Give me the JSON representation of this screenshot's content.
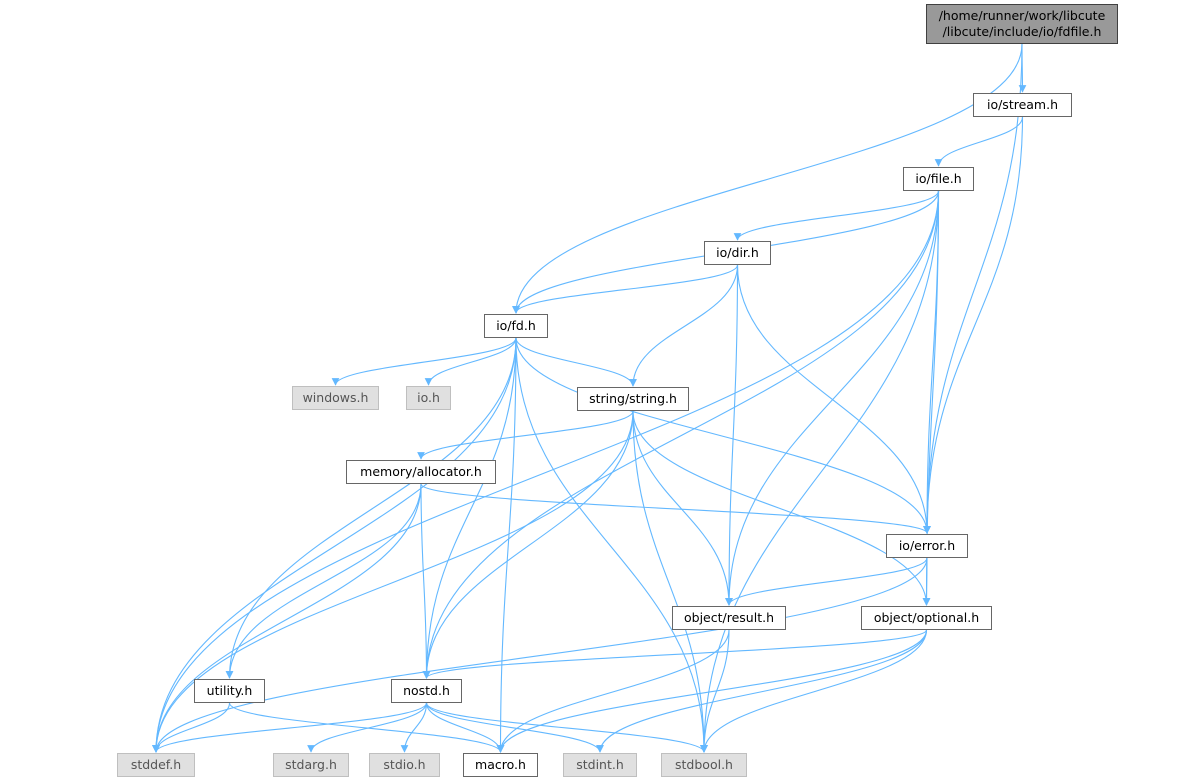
{
  "colors": {
    "edge": "#63b8ff",
    "node_border": "#666666",
    "node_fill": "#ffffff",
    "external_fill": "#e0e0e0",
    "external_border": "#bfbfbf",
    "root_fill": "#999999"
  },
  "nodes": {
    "root": {
      "line1": "/home/runner/work/libcute",
      "line2": "/libcute/include/io/fdfile.h"
    },
    "stream": {
      "label": "io/stream.h"
    },
    "file": {
      "label": "io/file.h"
    },
    "dir": {
      "label": "io/dir.h"
    },
    "fd": {
      "label": "io/fd.h"
    },
    "windows": {
      "label": "windows.h"
    },
    "io": {
      "label": "io.h"
    },
    "string": {
      "label": "string/string.h"
    },
    "allocator": {
      "label": "memory/allocator.h"
    },
    "error": {
      "label": "io/error.h"
    },
    "result": {
      "label": "object/result.h"
    },
    "optional": {
      "label": "object/optional.h"
    },
    "utility": {
      "label": "utility.h"
    },
    "nostd": {
      "label": "nostd.h"
    },
    "stddef": {
      "label": "stddef.h"
    },
    "stdarg": {
      "label": "stdarg.h"
    },
    "stdio": {
      "label": "stdio.h"
    },
    "macro": {
      "label": "macro.h"
    },
    "stdint": {
      "label": "stdint.h"
    },
    "stdbool": {
      "label": "stdbool.h"
    }
  },
  "edges": [
    [
      "root",
      "stream"
    ],
    [
      "root",
      "fd"
    ],
    [
      "root",
      "error"
    ],
    [
      "stream",
      "file"
    ],
    [
      "stream",
      "error"
    ],
    [
      "file",
      "dir"
    ],
    [
      "file",
      "fd"
    ],
    [
      "file",
      "error"
    ],
    [
      "file",
      "result"
    ],
    [
      "file",
      "optional"
    ],
    [
      "file",
      "nostd"
    ],
    [
      "file",
      "stddef"
    ],
    [
      "file",
      "stdbool"
    ],
    [
      "dir",
      "fd"
    ],
    [
      "dir",
      "string"
    ],
    [
      "dir",
      "error"
    ],
    [
      "dir",
      "result"
    ],
    [
      "fd",
      "windows"
    ],
    [
      "fd",
      "io"
    ],
    [
      "fd",
      "string"
    ],
    [
      "fd",
      "error"
    ],
    [
      "fd",
      "utility"
    ],
    [
      "fd",
      "nostd"
    ],
    [
      "fd",
      "stddef"
    ],
    [
      "fd",
      "macro"
    ],
    [
      "fd",
      "stdbool"
    ],
    [
      "string",
      "allocator"
    ],
    [
      "string",
      "result"
    ],
    [
      "string",
      "optional"
    ],
    [
      "string",
      "nostd"
    ],
    [
      "string",
      "stddef"
    ],
    [
      "string",
      "stdbool"
    ],
    [
      "allocator",
      "error"
    ],
    [
      "allocator",
      "utility"
    ],
    [
      "allocator",
      "nostd"
    ],
    [
      "allocator",
      "stddef"
    ],
    [
      "error",
      "result"
    ],
    [
      "error",
      "optional"
    ],
    [
      "error",
      "stddef"
    ],
    [
      "result",
      "macro"
    ],
    [
      "result",
      "stdbool"
    ],
    [
      "optional",
      "nostd"
    ],
    [
      "optional",
      "macro"
    ],
    [
      "optional",
      "stdint"
    ],
    [
      "optional",
      "stdbool"
    ],
    [
      "utility",
      "stddef"
    ],
    [
      "utility",
      "macro"
    ],
    [
      "nostd",
      "stddef"
    ],
    [
      "nostd",
      "stdarg"
    ],
    [
      "nostd",
      "stdio"
    ],
    [
      "nostd",
      "macro"
    ],
    [
      "nostd",
      "stdint"
    ],
    [
      "nostd",
      "stdbool"
    ]
  ]
}
